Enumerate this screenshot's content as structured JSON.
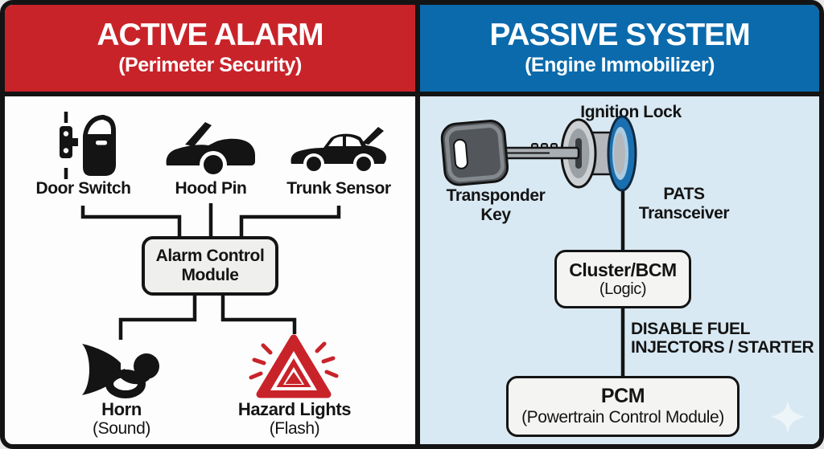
{
  "colors": {
    "active_header_red": "#c9232a",
    "passive_header_blue": "#0a6aac",
    "passive_panel_bg": "#d9e9f3",
    "hazard_red": "#c9232a",
    "transceiver_ring_blue": "#1a6fb0",
    "line_black": "#141414",
    "box_fill": "#efefed"
  },
  "active": {
    "header": {
      "title": "ACTIVE ALARM",
      "subtitle": "(Perimeter Security)"
    },
    "sensors": [
      {
        "label": "Door Switch",
        "icon": "door-switch-icon"
      },
      {
        "label": "Hood Pin",
        "icon": "hood-pin-icon"
      },
      {
        "label": "Trunk Sensor",
        "icon": "trunk-sensor-icon"
      }
    ],
    "control_module": {
      "line1": "Alarm Control",
      "line2": "Module"
    },
    "outputs": [
      {
        "label": "Horn",
        "sublabel": "(Sound)",
        "icon": "horn-icon"
      },
      {
        "label": "Hazard Lights",
        "sublabel": "(Flash)",
        "icon": "hazard-lights-icon"
      }
    ]
  },
  "passive": {
    "header": {
      "title": "PASSIVE SYSTEM",
      "subtitle": "(Engine Immobilizer)"
    },
    "ignition_lock_label": "Ignition Lock",
    "transponder_key": {
      "line1": "Transponder",
      "line2": "Key"
    },
    "pats_transceiver": {
      "line1": "PATS",
      "line2": "Transceiver"
    },
    "cluster_bcm": {
      "line1": "Cluster/BCM",
      "line2": "(Logic)"
    },
    "disable_note": {
      "line1": "DISABLE FUEL",
      "line2": "INJECTORS / STARTER"
    },
    "pcm": {
      "line1": "PCM",
      "line2": "(Powertrain Control Module)"
    }
  }
}
